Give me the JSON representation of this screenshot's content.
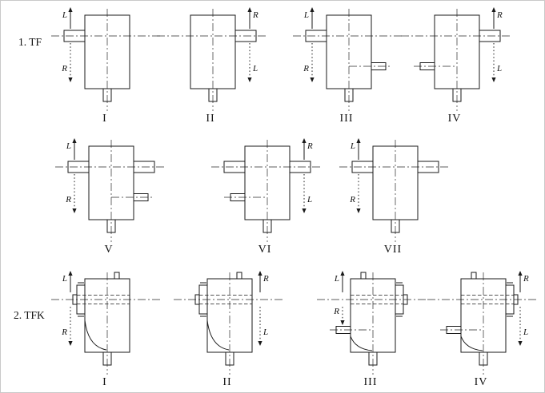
{
  "document": {
    "background": "#ffffff",
    "line_color": "#1a1a1a"
  },
  "sections": [
    {
      "label": "1. TF",
      "rows": [
        {
          "items": [
            {
              "numeral": "I",
              "arrows": {
                "side": "left",
                "top": "L",
                "bottom": "R"
              },
              "features": {
                "left_shaft": true,
                "right_shaft": false,
                "left_stub": false,
                "right_stub": false,
                "flange": null,
                "hollow_bore": false,
                "top_stub": null,
                "arc": false
              }
            },
            {
              "numeral": "II",
              "arrows": {
                "side": "right",
                "top": "R",
                "bottom": "L"
              },
              "features": {
                "left_shaft": false,
                "right_shaft": true,
                "left_stub": false,
                "right_stub": false,
                "flange": null,
                "hollow_bore": false,
                "top_stub": null,
                "arc": false
              }
            },
            {
              "numeral": "III",
              "arrows": {
                "side": "left",
                "top": "L",
                "bottom": "R"
              },
              "features": {
                "left_shaft": true,
                "right_shaft": false,
                "left_stub": false,
                "right_stub": true,
                "flange": null,
                "hollow_bore": false,
                "top_stub": null,
                "arc": false
              }
            },
            {
              "numeral": "IV",
              "arrows": {
                "side": "right",
                "top": "R",
                "bottom": "L"
              },
              "features": {
                "left_shaft": false,
                "right_shaft": true,
                "left_stub": true,
                "right_stub": false,
                "flange": null,
                "hollow_bore": false,
                "top_stub": null,
                "arc": false
              }
            }
          ]
        },
        {
          "items": [
            {
              "numeral": "V",
              "arrows": {
                "side": "left",
                "top": "L",
                "bottom": "R"
              },
              "features": {
                "left_shaft": true,
                "right_shaft": true,
                "left_stub": false,
                "right_stub": true,
                "flange": null,
                "hollow_bore": false,
                "top_stub": null,
                "arc": false
              }
            },
            {
              "numeral": "VI",
              "arrows": {
                "side": "right",
                "top": "R",
                "bottom": "L"
              },
              "features": {
                "left_shaft": true,
                "right_shaft": true,
                "left_stub": true,
                "right_stub": false,
                "flange": null,
                "hollow_bore": false,
                "top_stub": null,
                "arc": false
              }
            },
            {
              "numeral": "VII",
              "arrows": {
                "side": "left",
                "top": "L",
                "bottom": "R"
              },
              "features": {
                "left_shaft": true,
                "right_shaft": true,
                "left_stub": false,
                "right_stub": false,
                "flange": null,
                "hollow_bore": false,
                "top_stub": null,
                "arc": false
              }
            }
          ]
        }
      ]
    },
    {
      "label": "2. TFK",
      "rows": [
        {
          "items": [
            {
              "numeral": "I",
              "arrows": {
                "side": "left",
                "top": "L",
                "bottom": "R"
              },
              "features": {
                "left_shaft": false,
                "right_shaft": false,
                "left_stub": false,
                "right_stub": false,
                "flange": "left",
                "hollow_bore": true,
                "top_stub": "right",
                "arc": true
              }
            },
            {
              "numeral": "II",
              "arrows": {
                "side": "right",
                "top": "R",
                "bottom": "L"
              },
              "features": {
                "left_shaft": false,
                "right_shaft": false,
                "left_stub": false,
                "right_stub": false,
                "flange": "left",
                "hollow_bore": true,
                "top_stub": "right",
                "arc": true
              }
            },
            {
              "numeral": "III",
              "arrows": {
                "side": "left",
                "top": "L",
                "bottom": "R"
              },
              "features": {
                "left_shaft": false,
                "right_shaft": false,
                "left_stub": true,
                "right_stub": false,
                "flange": "right",
                "hollow_bore": true,
                "top_stub": "left",
                "arc": true
              }
            },
            {
              "numeral": "IV",
              "arrows": {
                "side": "right",
                "top": "R",
                "bottom": "L"
              },
              "features": {
                "left_shaft": false,
                "right_shaft": false,
                "left_stub": true,
                "right_stub": false,
                "flange": "right",
                "hollow_bore": true,
                "top_stub": "left",
                "arc": true
              }
            }
          ]
        }
      ]
    }
  ]
}
